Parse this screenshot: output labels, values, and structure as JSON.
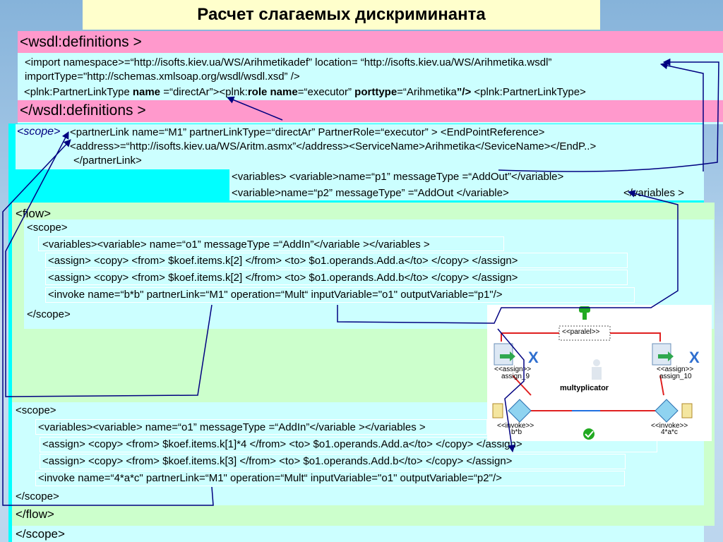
{
  "title": "Расчет слагаемых дискриминанта",
  "wsdl": {
    "open": "<wsdl:definitions >",
    "import_line1": "<import namespace>=“http://isofts.kiev.ua/WS/Arihmetikadef” location= “http://isofts.kiev.ua/WS/Arihmetika.wsdl”",
    "import_line2": "importType=\"http://schemas.xmlsoap.org/wsdl/wsdl.xsd” />",
    "plt": {
      "a": "<plnk:PartnerLinkType  ",
      "b": "name",
      "c": " =“directAr”><plnk:",
      "d": "role name",
      "e": "=“executor” ",
      "f": "porttype",
      "g": "=“Arihmetika",
      "h": "”/>",
      "i": " <plnk:PartnerLinkType>"
    },
    "close": "</wsdl:definitions >"
  },
  "scope_outer": {
    "open": "<scope>",
    "pl1": "<partnerLink name=“M1” partnerLinkType=“directAr”  PartnerRole=“executor” >     <EndPointReference>",
    "pl2": "<address>=“http://isofts.kiev.ua/WS/Aritm.asmx”</address><ServiceName>Arihmetika</SeviceName></EndP..>",
    "pl3": "</partnerLink>",
    "vars1": "<variables> <variable>name=“p1” messageType =“AddOut”</variable>",
    "vars2": "<variable>name=“p2” messageType” =“AddOut </variable>",
    "vars2b": "</variables >",
    "close": "</scope>"
  },
  "flow": {
    "open": "<flow>",
    "close": "</flow>",
    "scope1": {
      "open": "<scope>",
      "vars": "<variables><variable> name=“o1” messageType =“AddIn”</variable ></variables >",
      "assign1": "<assign> <copy> <from> $koef.items.k[2] </from> <to> $o1.operands.Add.a</to> </copy> </assign>",
      "assign2": "<assign> <copy> <from> $koef.items.k[2] </from> <to> $o1.operands.Add.b</to> </copy> </assign>",
      "invoke": "<invoke name=“b*b\" partnerLink=“M1\" operation=“Mult“  inputVariable=\"o1\"  outputVariable=“p1\"/>",
      "close": "</scope>"
    },
    "scope2": {
      "open": "<scope>",
      "vars": "<variables><variable> name=“o1” messageType =“AddIn”</variable ></variables >",
      "assign1": "<assign> <copy> <from> $koef.items.k[1]*4 </from> <to> $o1.operands.Add.a</to> </copy> </assign>",
      "assign2": "<assign> <copy> <from> $koef.items.k[3] </from> <to> $o1.operands.Add.b</to> </copy> </assign>",
      "invoke": "<invoke name=“4*a*c\" partnerLink=“M1\" operation=“Mult“  inputVariable=\"o1\"  outputVariable=“p2\"/>",
      "close": "</scope>"
    }
  },
  "diagram": {
    "paralel": "<<paralel>>",
    "assign_stereo": "<<assign>>",
    "assign_9": "assign_9",
    "assign_10": "assign_10",
    "center": "multyplicator",
    "invoke_stereo": "<<invoke>>",
    "invoke_1": "b*b",
    "invoke_2": "4*a*c"
  },
  "colors": {
    "light_cyan": "#ccffff",
    "pink": "#ff99cc",
    "title_bg": "#ffffcc",
    "panel_cyan": "#00ffff",
    "panel_green": "#ccffcc",
    "arrow": "#000080",
    "diagram_red": "#e02020",
    "diagram_green": "#22aa22"
  },
  "icons": [
    "arrow-connector-icon",
    "start-node-icon",
    "end-node-icon",
    "assign-doc-icon",
    "invoke-diamond-icon",
    "x-mark-icon",
    "person-icon"
  ]
}
